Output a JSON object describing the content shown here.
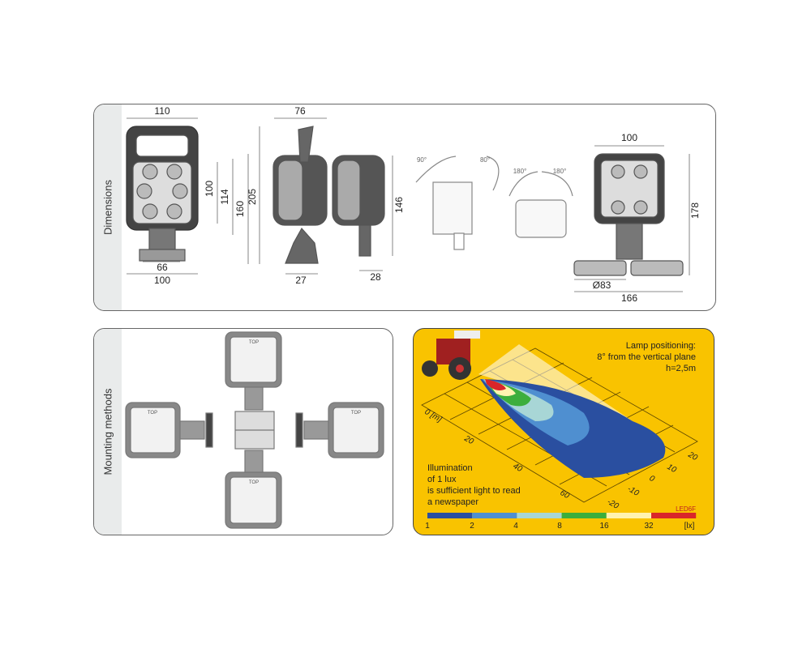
{
  "dimensions": {
    "title": "Dimensions",
    "d_110": "110",
    "d_76": "76",
    "d_100_top": "100",
    "d_100_v": "100",
    "d_114": "114",
    "d_160": "160",
    "d_205": "205",
    "d_146": "146",
    "d_178": "178",
    "d_66": "66",
    "d_100_bottom": "100",
    "d_27": "27",
    "d_28": "28",
    "d_83": "Ø83",
    "d_166": "166",
    "angle_90": "90°",
    "angle_80": "80°",
    "angle_180_left": "180°",
    "angle_180_right": "180°"
  },
  "mounting": {
    "title": "Mounting methods",
    "top_label": "TOP"
  },
  "illumination": {
    "lamp_positioning": [
      "Lamp positioning:",
      "8° from the vertical plane",
      "h=2,5m"
    ],
    "note": [
      "Illumination",
      "of 1 lux",
      "is sufficient light to read",
      "a newspaper"
    ],
    "model": "LED6F",
    "x_axis": [
      "0 [m]",
      "20",
      "40",
      "60"
    ],
    "y_axis": [
      "20",
      "10",
      "0",
      "-10",
      "-20"
    ],
    "scale_labels": [
      "1",
      "2",
      "4",
      "8",
      "16",
      "32",
      "[lx]"
    ],
    "scale_colors": [
      "#2a4fa0",
      "#4f8fd0",
      "#a8d6d6",
      "#3cae3c",
      "#fff3b0",
      "#d9262a"
    ],
    "bg_color": "#f9c300"
  }
}
